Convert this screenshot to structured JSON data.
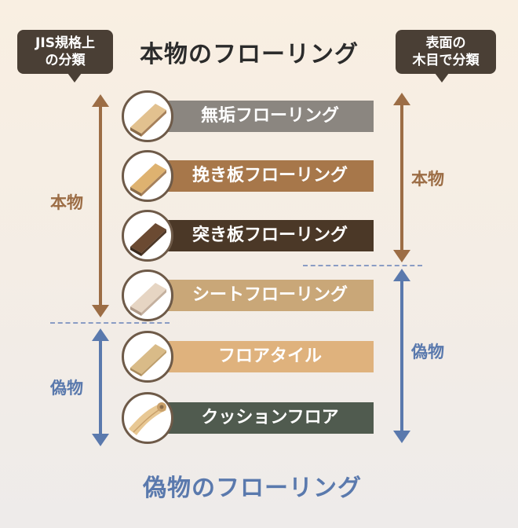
{
  "title_top": "本物のフローリング",
  "title_bottom": "偽物のフローリング",
  "bubble_left": {
    "line1": "JIS規格上",
    "line2": "の分類"
  },
  "bubble_right": {
    "line1": "表面の",
    "line2": "木目で分類"
  },
  "left_genuine_label": "本物",
  "left_fake_label": "偽物",
  "right_genuine_label": "本物",
  "right_fake_label": "偽物",
  "items": [
    {
      "label": "無垢フローリング",
      "bar_color": "#8b8680",
      "board_color": "#e2c18f"
    },
    {
      "label": "挽き板フローリング",
      "bar_color": "#a7774a",
      "board_color": "#deb270"
    },
    {
      "label": "突き板フローリング",
      "bar_color": "#4b3827",
      "board_color": "#6b4a32"
    },
    {
      "label": "シートフローリング",
      "bar_color": "#c9a778",
      "board_color": "#e6d5c3"
    },
    {
      "label": "フロアタイル",
      "bar_color": "#dfb27d",
      "board_color": "#d9bb88"
    },
    {
      "label": "クッションフロア",
      "bar_color": "#505b4f",
      "board_color": "#e8c894"
    }
  ],
  "colors": {
    "genuine_arrow": "#9c6d45",
    "fake_arrow": "#5a79ad",
    "dark_brown": "#4a3f35"
  }
}
